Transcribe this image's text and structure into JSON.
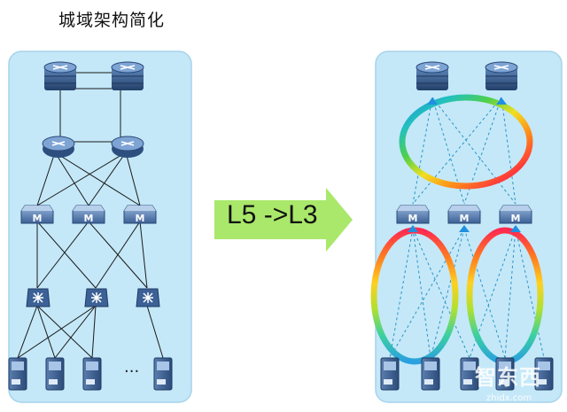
{
  "title": "城域架构简化",
  "arrow_label": "L5 ->L3",
  "ellipsis": "...",
  "node_badge": "M",
  "watermark": {
    "brand": "智东西",
    "url": "zhidx.com"
  },
  "colors": {
    "panel": "#c4e8f8",
    "panel_border": "#a6d3ea",
    "link": "#1a1a1a",
    "dashed_link": "#2a93c8",
    "arrow": "#a9e86a",
    "router_dark": "#2d4f80",
    "router_light": "#6f97c8"
  }
}
